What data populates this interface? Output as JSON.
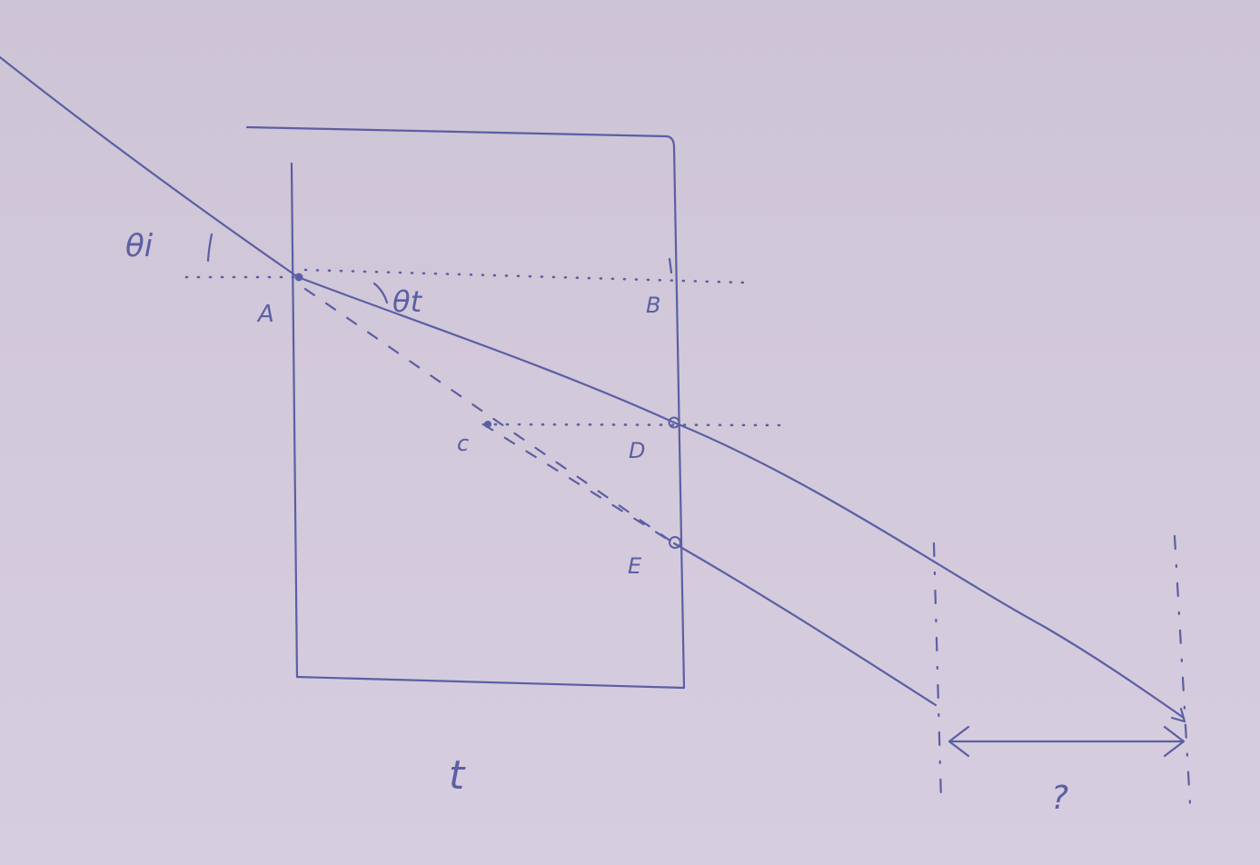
{
  "labels": {
    "theta_i": "θi",
    "theta_t": "θt",
    "point_a": "A",
    "point_b": "B",
    "point_c": "c",
    "point_d": "D",
    "point_e": "E",
    "thickness": "t",
    "unknown": "?"
  },
  "colors": {
    "paper": "#d2c9da",
    "ink": "#5c5fa3"
  }
}
